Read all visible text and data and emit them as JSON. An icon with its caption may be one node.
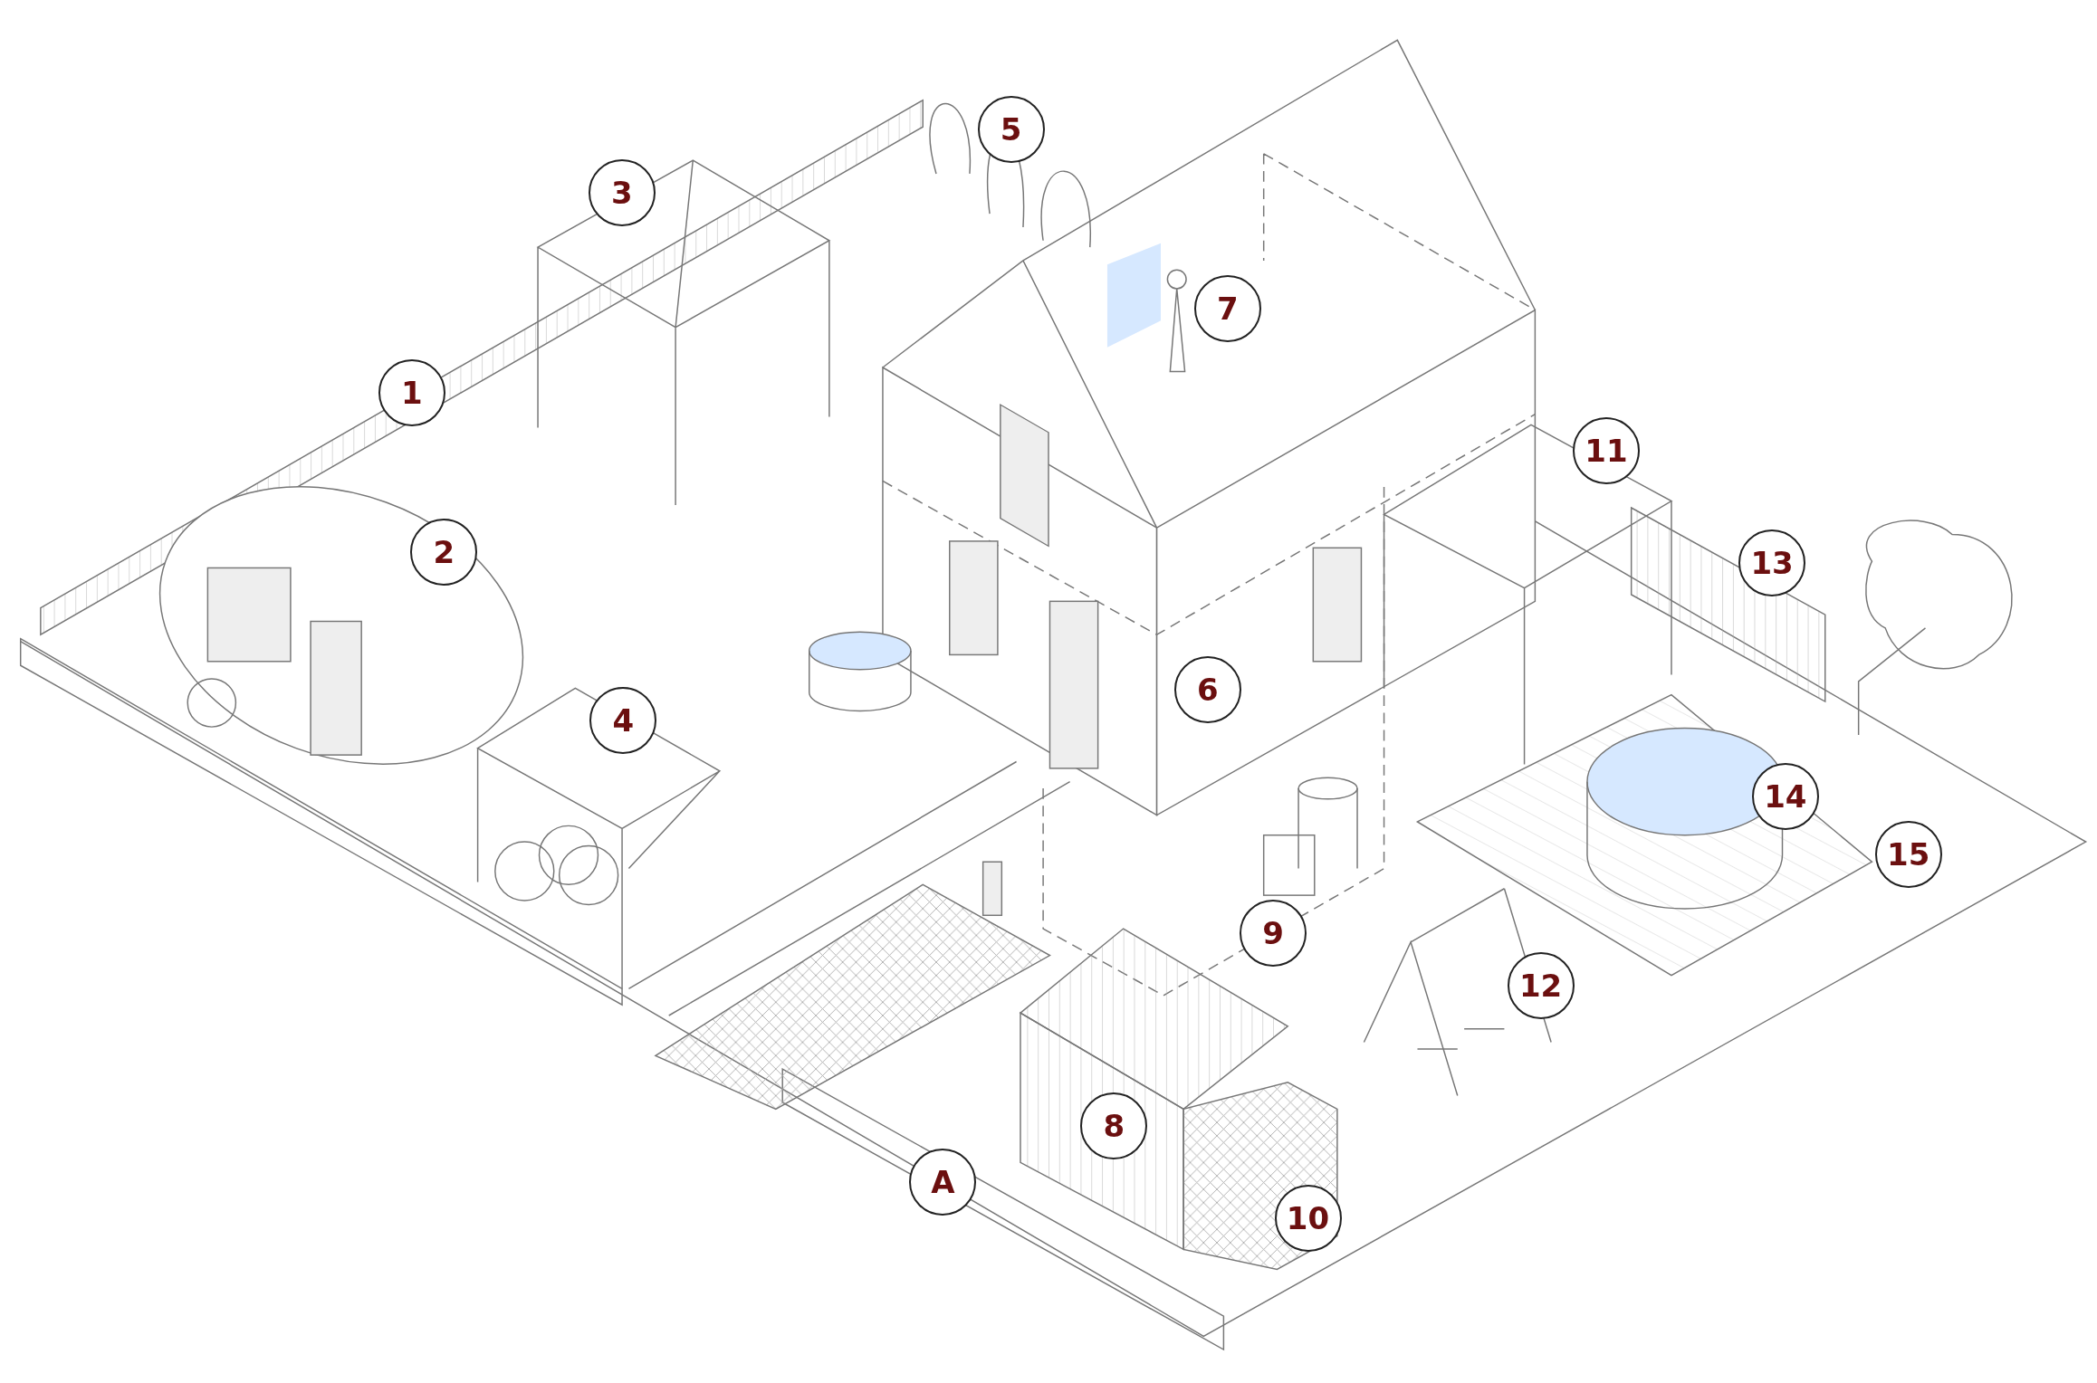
{
  "diagram": {
    "labels": [
      "1",
      "2",
      "3",
      "4",
      "5",
      "6",
      "7",
      "8",
      "9",
      "10",
      "11",
      "12",
      "13",
      "14",
      "15",
      "A"
    ]
  }
}
